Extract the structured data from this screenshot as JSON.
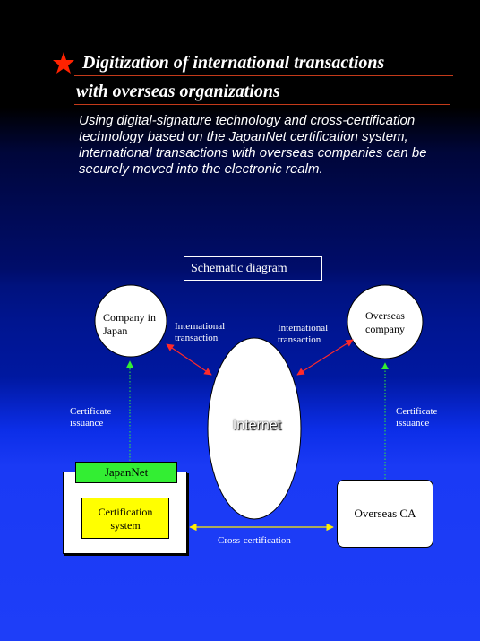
{
  "title": {
    "line1": "Digitization of international transactions",
    "line2": "with overseas organizations"
  },
  "subtitle": "Using digital-signature technology and cross-certification technology based on the JapanNet certification system, international transactions with overseas companies can be securely moved into the electronic realm.",
  "diagram": {
    "caption": "Schematic diagram",
    "company_japan": {
      "line1": "Company in",
      "line2": "Japan"
    },
    "overseas_company": {
      "line1": "Overseas",
      "line2": "company"
    },
    "intl_left": {
      "line1": "International",
      "line2": "transaction"
    },
    "intl_right": {
      "line1": "International",
      "line2": "transaction"
    },
    "internet": "Internet",
    "cert_left": {
      "line1": "Certificate",
      "line2": "issuance"
    },
    "cert_right": {
      "line1": "Certificate",
      "line2": "issuance"
    },
    "japannet": "JapanNet",
    "cert_system": {
      "line1": "Certification",
      "line2": "system"
    },
    "overseas_ca": "Overseas CA",
    "cross_cert": "Cross-certification"
  },
  "colors": {
    "rule": "#c43a1a",
    "star": "#ff2200",
    "red_arrow": "#ff2a2a",
    "green_arrow": "#33ee33",
    "yellow_arrow": "#ffee00",
    "japannet_tab": "#33ee33",
    "cert_system_box": "#ffff00"
  }
}
